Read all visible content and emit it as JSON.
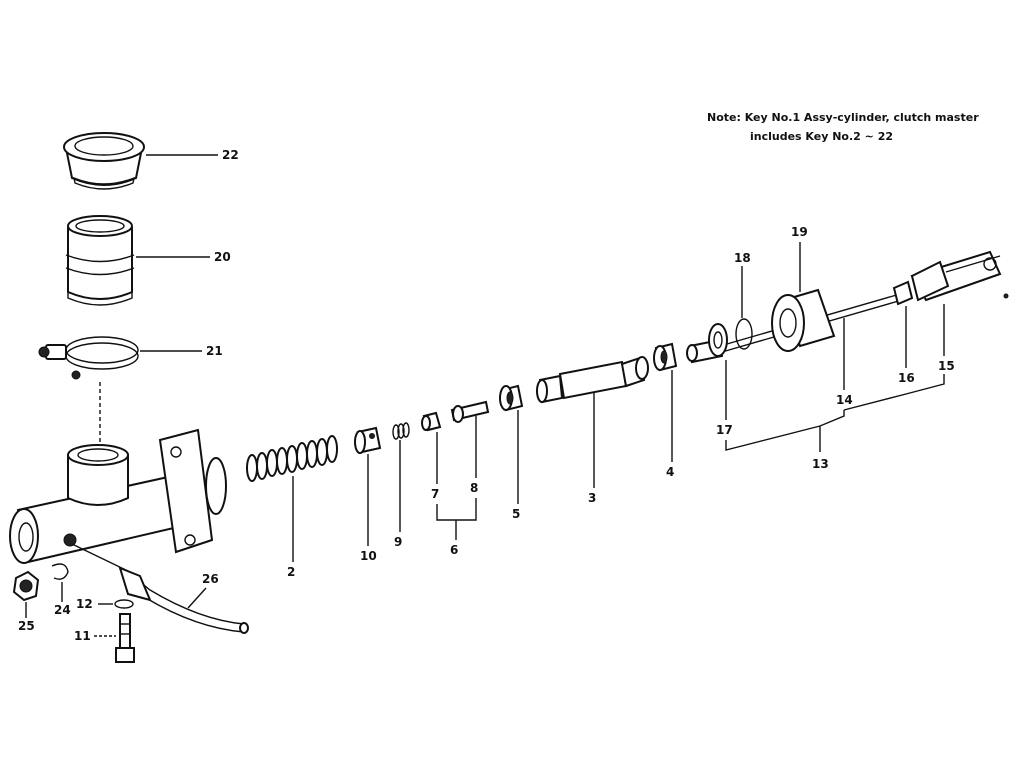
{
  "note": {
    "line1": "Note: Key No.1 Assy-cylinder, clutch master",
    "line2": "includes Key No.2 ~ 22"
  },
  "labels": {
    "k22": "22",
    "k20": "20",
    "k21": "21",
    "k26": "26",
    "k25": "25",
    "k24": "24",
    "k12": "12",
    "k11": "11",
    "k2": "2",
    "k10": "10",
    "k9": "9",
    "k7": "7",
    "k8": "8",
    "k6": "6",
    "k5": "5",
    "k3": "3",
    "k4": "4",
    "k18": "18",
    "k19": "19",
    "k17": "17",
    "k14": "14",
    "k16": "16",
    "k15": "15",
    "k13": "13"
  }
}
